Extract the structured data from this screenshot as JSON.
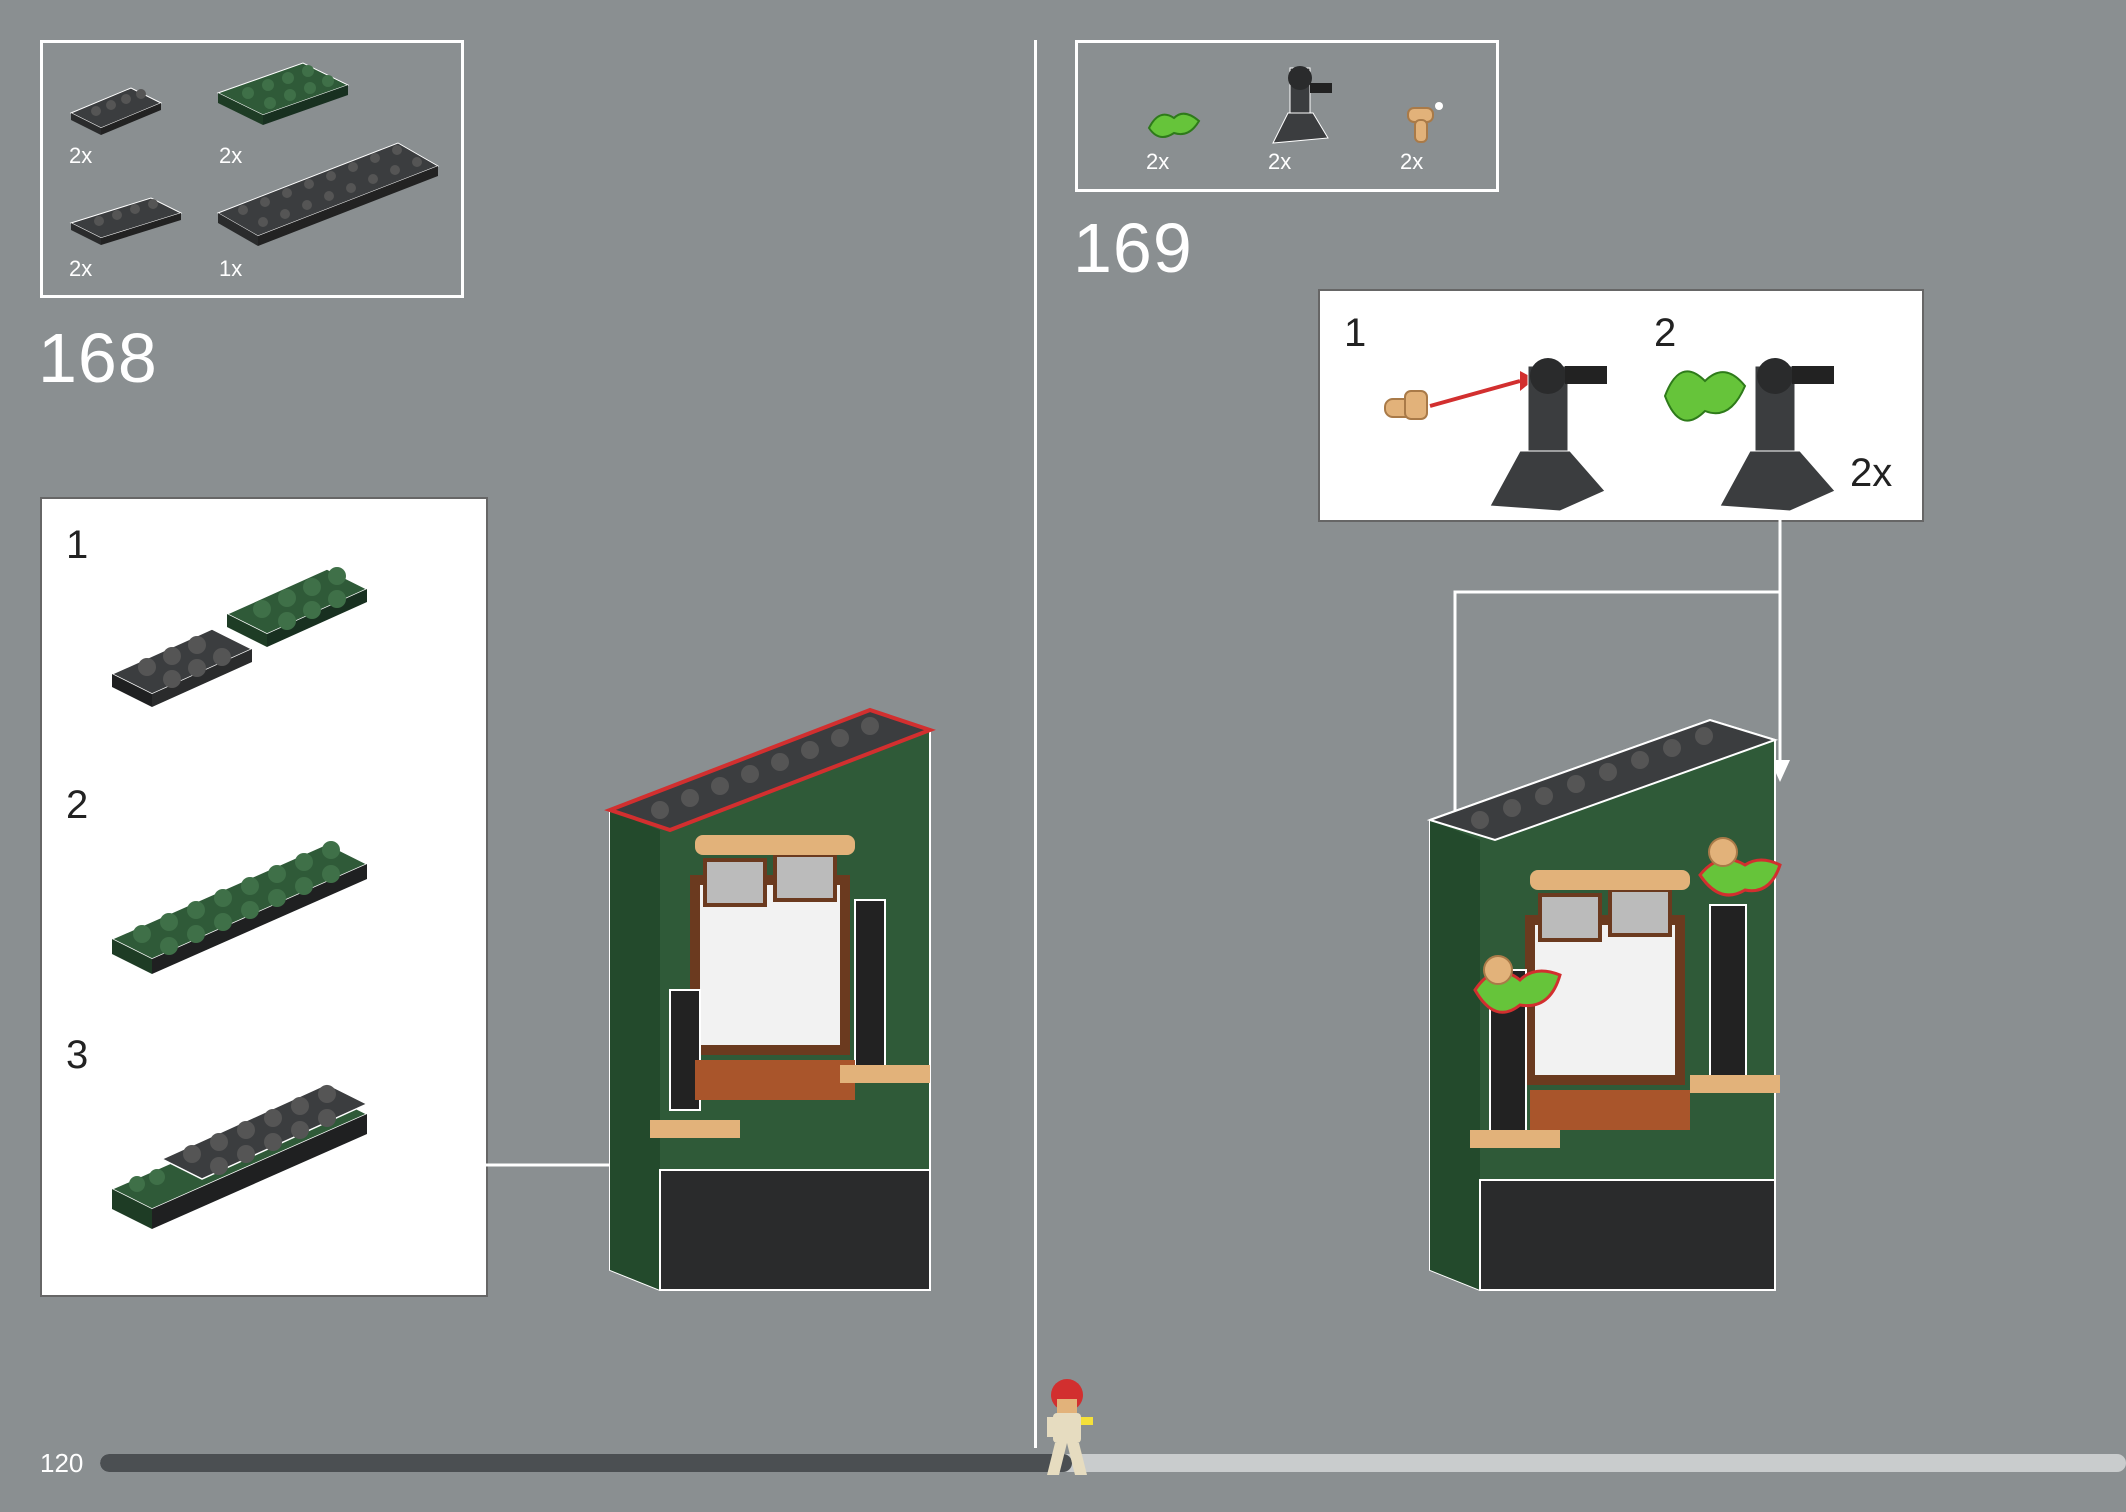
{
  "page_number": "120",
  "progress": 0.48,
  "step_168": {
    "number": "168",
    "parts": [
      {
        "name": "dark-gray-plate-1x4",
        "qty": "2x"
      },
      {
        "name": "dark-green-plate-2x4",
        "qty": "2x"
      },
      {
        "name": "dark-gray-plate-1x4",
        "qty": "2x"
      },
      {
        "name": "dark-gray-plate-2x8",
        "qty": "1x"
      }
    ],
    "substeps": [
      "1",
      "2",
      "3"
    ]
  },
  "step_169": {
    "number": "169",
    "parts": [
      {
        "name": "bright-green-leaf-piece",
        "qty": "2x"
      },
      {
        "name": "dark-gray-bracket-arm",
        "qty": "2x"
      },
      {
        "name": "tan-clip-piece",
        "qty": "2x"
      }
    ],
    "substeps": [
      "1",
      "2"
    ],
    "multiplier": "2x"
  },
  "colors": {
    "background": "#8a8f91",
    "dark_green": "#2f5a38",
    "dark_gray": "#3b3d3f",
    "tan": "#e2b27a",
    "bright_green": "#66c43a",
    "highlight_red": "#d22f2f"
  }
}
